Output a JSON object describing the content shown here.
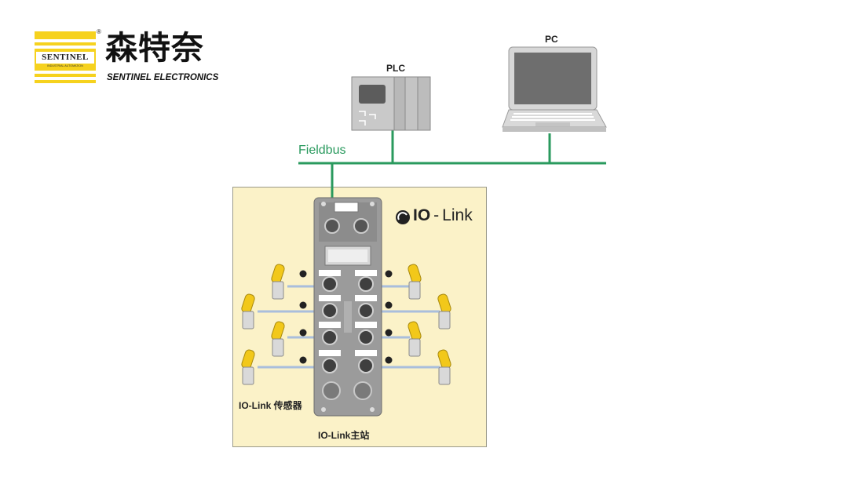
{
  "logo": {
    "brand_mark": "SENTINEL",
    "brand_sub": "INDUSTRIAL AUTOMATION",
    "registered": "®",
    "chinese_name": "森特奈",
    "english_name": "SENTINEL ELECTRONICS"
  },
  "diagram": {
    "plc_label": "PLC",
    "pc_label": "PC",
    "fieldbus_label": "Fieldbus",
    "iolink_logo_io": "IO",
    "iolink_logo_link": "Link",
    "sensor_label": "IO-Link 传感器",
    "master_label": "IO-Link主站"
  },
  "colors": {
    "fieldbus": "#2a9a5e",
    "panel_bg": "#fbf2c8",
    "sensor_yellow": "#f2c81a",
    "cable_blue": "#a9bedc",
    "logo_yellow": "#f6d21e"
  }
}
